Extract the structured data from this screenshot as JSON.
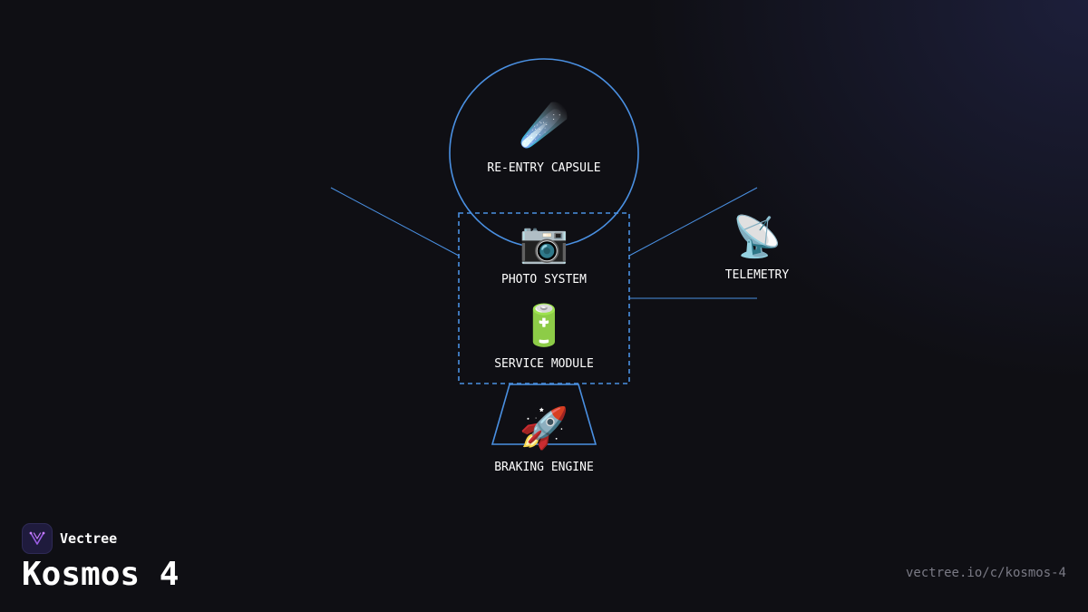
{
  "brand": {
    "name": "Vectree",
    "logo_icon": "vectree-logo-icon",
    "logo_color": "#9b5de5"
  },
  "title": "Kosmos 4",
  "url": "vectree.io/c/kosmos-4",
  "colors": {
    "stroke": "#4a90e2",
    "background": "#0f0f14",
    "label": "#ffffff"
  },
  "nodes": {
    "capsule": {
      "label": "RE-ENTRY CAPSULE",
      "icon": "☄️",
      "icon_name": "comet-icon"
    },
    "photo": {
      "label": "PHOTO SYSTEM",
      "icon": "📷",
      "icon_name": "camera-icon"
    },
    "telemetry": {
      "label": "TELEMETRY",
      "icon": "📡",
      "icon_name": "satellite-antenna-icon"
    },
    "service": {
      "label": "SERVICE MODULE",
      "icon": "🔋",
      "icon_name": "battery-icon"
    },
    "engine": {
      "label": "BRAKING ENGINE",
      "icon": "🚀",
      "icon_name": "rocket-icon"
    }
  }
}
